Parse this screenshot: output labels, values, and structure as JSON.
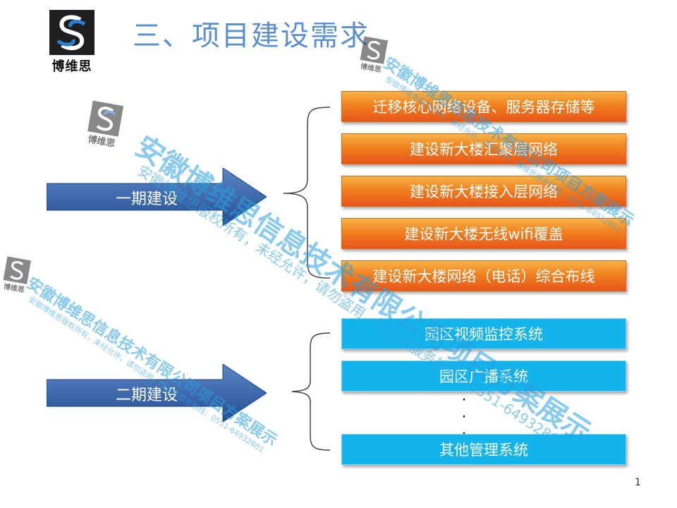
{
  "logo": {
    "text": "博维思",
    "icon": "bowisi-logo-icon"
  },
  "title": "三、项目建设需求",
  "phases": [
    {
      "label": "一期建设",
      "color": "#2f62a8"
    },
    {
      "label": "二期建设",
      "color": "#2f62a8"
    }
  ],
  "phase1_items": [
    "迁移核心网络设备、服务器存储等",
    "建设新大楼汇聚层网络",
    "建设新大楼接入层网络",
    "建设新大楼无线wifi覆盖",
    "建设新大楼网络（电话）综合布线"
  ],
  "phase2_items": [
    "园区视频监控系统",
    "园区广播系统",
    "其他管理系统"
  ],
  "ellipsis": [
    "·",
    "·",
    "·"
  ],
  "watermark": {
    "company": "安徽博维思信息技术有限公司项目方案展示",
    "copyright": "安徽博维思版权所有，未经允许，请勿盗用，博维思服务热线：0551-64932801",
    "logo_text": "博维思"
  },
  "page_number": "1",
  "colors": {
    "title": "#5b8fd0",
    "orange_top": "#f8b44a",
    "orange_bottom": "#e8561a",
    "blue_box": "#13b4ec",
    "watermark": "#2aa0e0"
  }
}
